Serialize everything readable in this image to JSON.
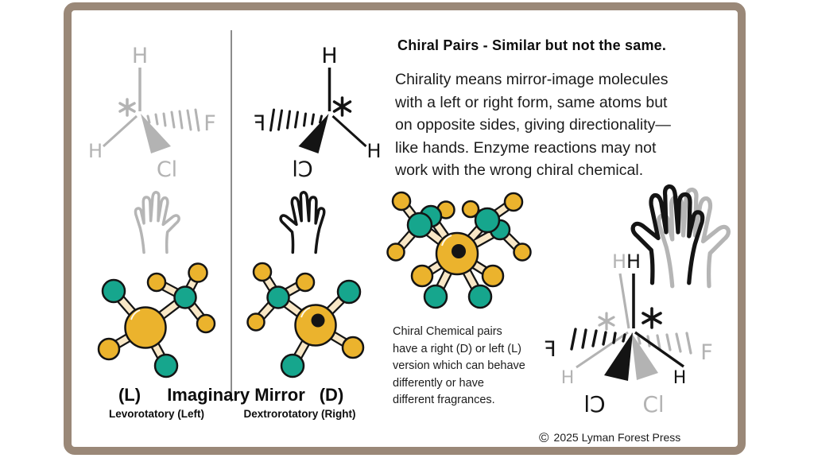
{
  "header": {
    "title": "Chiral Pairs - Similar but not the same."
  },
  "intro": {
    "lines": [
      "Chirality means mirror-image molecules",
      "with a left or right form, same atoms but",
      "on opposite sides, giving directionality—",
      "like hands. Enzyme reactions may not",
      "work with the wrong chiral chemical."
    ]
  },
  "caption": {
    "lines": [
      "Chiral Chemical pairs",
      "have a right (D) or left (L)",
      "version which can behave",
      "differently or have",
      "different fragrances."
    ]
  },
  "mirror_section": {
    "l_label": "(L)",
    "mirror_label": "Imaginary Mirror",
    "d_label": "(D)",
    "l_sublabel": "Levorotatory (Left)",
    "d_sublabel": "Dextrorotatory (Right)"
  },
  "levo_structure": {
    "top_h": "H",
    "left_h": "H",
    "hash_atom": "F",
    "wedge_atom": "Cl",
    "chiral_mark": "*"
  },
  "dextro_structure": {
    "top_h": "H",
    "right_h": "H",
    "hash_atom": "F",
    "wedge_atom": "Cl",
    "chiral_mark": "*"
  },
  "overlay_structure": {
    "gray_top_h": "H",
    "black_top_h": "H",
    "gray_hash_atom": "F",
    "black_hash_atom": "F",
    "gray_wedge_atom": "Cl",
    "black_wedge_atom": "Cl",
    "gray_side_h": "H",
    "black_side_h": "H",
    "chiral_mark": "*"
  },
  "footer": {
    "copyright_symbol": "©",
    "text": "2025 Lyman Forest Press"
  },
  "colors": {
    "frame_border": "#9a8878",
    "structure_gray": "#b3b3b3",
    "structure_black": "#141414",
    "mirror_line": "#8c8c8c",
    "atom_yellow": "#ebb32d",
    "atom_teal": "#16a68d",
    "bond_fill": "#f8e7c6",
    "bond_outline": "#141414"
  }
}
